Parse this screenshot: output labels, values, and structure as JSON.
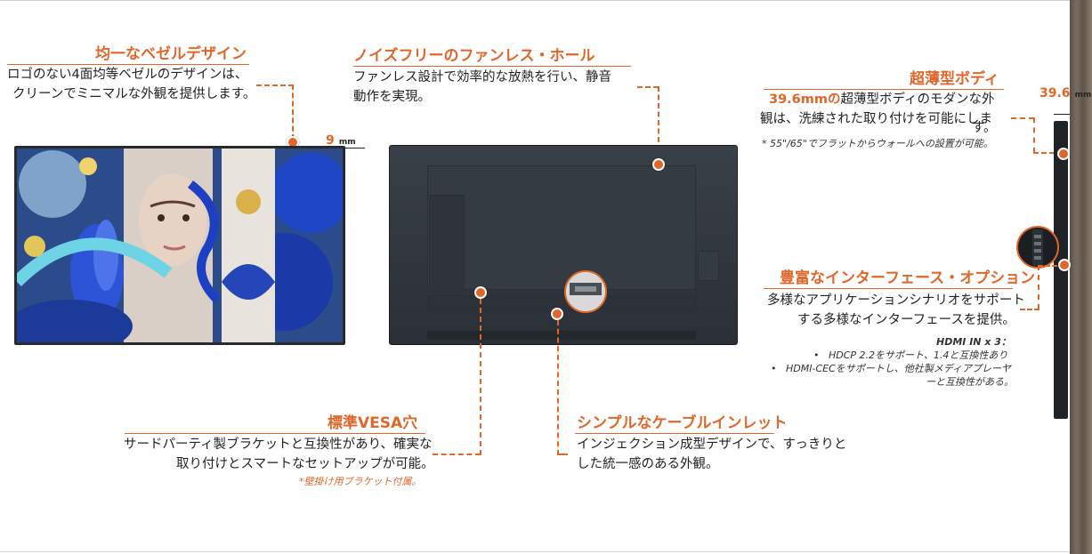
{
  "features": {
    "bezel": {
      "title": "均一なベゼルデザイン",
      "line1": "ロゴのない4面均等ベゼルのデザインは、",
      "line2": "クリーンでミニマルな外観を提供します。",
      "dim_value": "9",
      "dim_unit": "mm"
    },
    "fanless": {
      "title": "ノイズフリーのファンレス・ホール",
      "line1": "ファンレス設計で効率的な放熱を行い、静音",
      "line2": "動作を実現。"
    },
    "slim": {
      "title": "超薄型ボディ",
      "line1_highlight": "39.6mmの",
      "line1_rest": "超薄型ボディのモダンな外",
      "line2": "観は、洗練された取り付けを可能にしま",
      "line3": "す。",
      "note": "* 55\"/65\"でフラットからウォールへの設置が可能。",
      "dim_value": "39.6",
      "dim_unit": "mm"
    },
    "interface": {
      "title": "豊富なインターフェース・オプション",
      "line1": "多様なアプリケーションシナリオをサポート",
      "line2": "する多様なインターフェースを提供。",
      "hdmi_title": "HDMI IN x 3：",
      "bullet1": "HDCP 2.2をサポート、1.4と互換性あり",
      "bullet2": "HDMI-CECをサポートし、他社製メディアプレーヤ",
      "bullet2_cont": "ーと互換性がある。",
      "bullet_mark": "•"
    },
    "vesa": {
      "title": "標準VESA穴",
      "line1": "サードパーティ製ブラケットと互換性があり、確実な",
      "line2": "取り付けとスマートなセットアップが可能。",
      "note": "*壁掛け用ブラケット付属。"
    },
    "cable": {
      "title": "シンプルなケーブルインレット",
      "line1": "インジェクション成型デザインで、すっきりと",
      "line2": "した統一感のある外観。"
    }
  },
  "colors": {
    "accent": "#e0672a",
    "text": "#222222"
  }
}
